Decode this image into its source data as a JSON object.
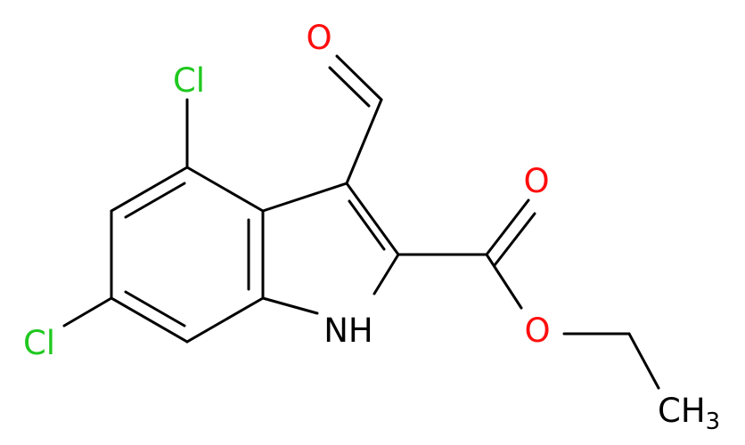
{
  "molecule": {
    "atoms": {
      "O_aldehyde": {
        "text": "O",
        "color": "#ff0d0d"
      },
      "Cl_4": {
        "text": "Cl",
        "color": "#1fc81f"
      },
      "O_carbonyl": {
        "text": "O",
        "color": "#ff0d0d"
      },
      "NH": {
        "text": "NH",
        "color": "#000000"
      },
      "O_ester": {
        "text": "O",
        "color": "#ff0d0d"
      },
      "Cl_6": {
        "text": "Cl",
        "color": "#1fc81f"
      },
      "CH3": {
        "text": "CH",
        "subscript": "3",
        "color": "#000000"
      }
    },
    "bond_color": "#000000"
  }
}
